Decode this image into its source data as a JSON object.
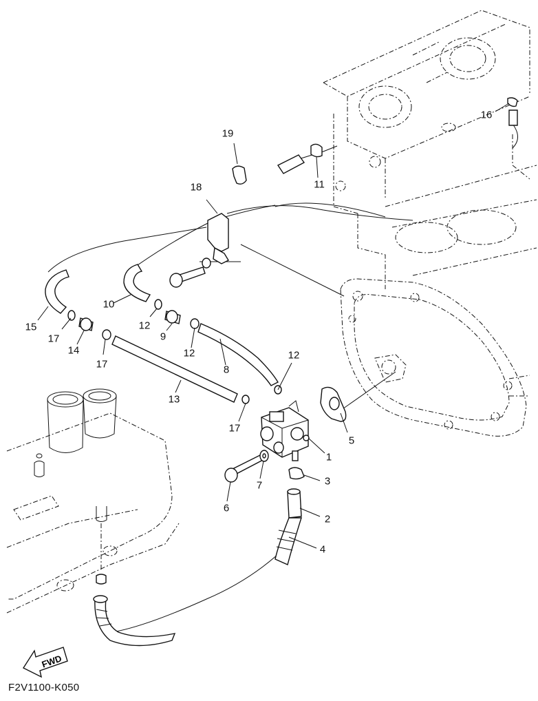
{
  "diagram": {
    "part_numbers": {
      "p1": "1",
      "p2": "2",
      "p3": "3",
      "p4": "4",
      "p5": "5",
      "p6": "6",
      "p7": "7",
      "p8": "8",
      "p9": "9",
      "p10": "10",
      "p11": "11",
      "p12a": "12",
      "p12b": "12",
      "p12c": "12",
      "p13": "13",
      "p14": "14",
      "p15": "15",
      "p16": "16",
      "p17a": "17",
      "p17b": "17",
      "p17c": "17",
      "p18": "18",
      "p19": "19"
    },
    "fwd_label": "FWD",
    "caption": "F2V1100-K050"
  }
}
